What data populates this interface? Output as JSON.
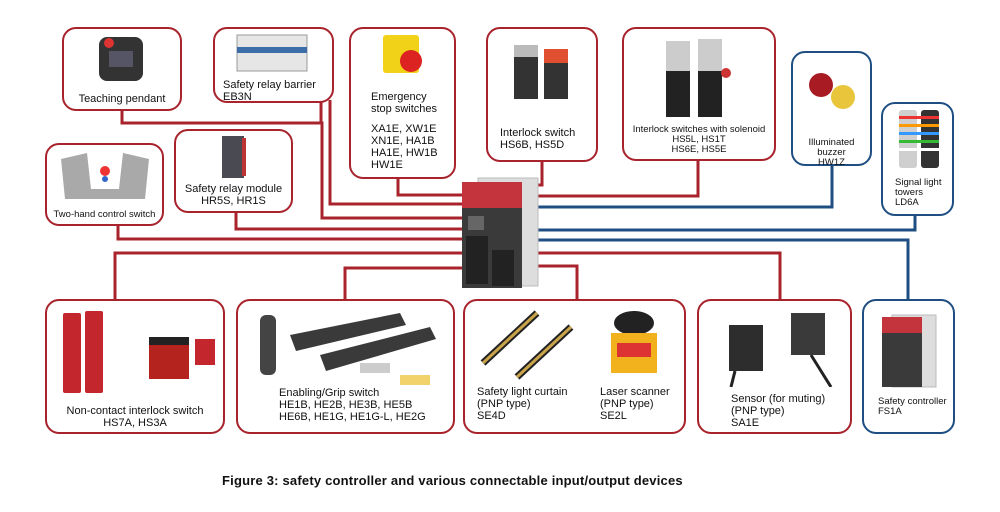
{
  "caption": "Figure 3: safety controller and various connectable input/output devices",
  "colors": {
    "input_line": "#a8232c",
    "output_line": "#1f4f82"
  },
  "center_device": {
    "name": "Safety controller (central)",
    "icon": "safety-controller-icon"
  },
  "devices": {
    "teaching_pendant": {
      "label": "Teaching pendant",
      "line": "input",
      "icon": "teaching-pendant-icon"
    },
    "safety_relay_barrier": {
      "label": "Safety relay barrier\nEB3N",
      "line": "input",
      "icon": "relay-barrier-icon"
    },
    "emergency_stop": {
      "label": "Emergency\nstop switches",
      "models": "XA1E, XW1E\nXN1E, HA1B\nHA1E, HW1B\nHW1E",
      "line": "input",
      "icon": "emergency-stop-icon"
    },
    "interlock_switch": {
      "label": "Interlock switch\nHS6B, HS5D",
      "line": "input",
      "icon": "interlock-switch-icon"
    },
    "interlock_solenoid": {
      "label": "Interlock switches with solenoid\nHS5L, HS1T\nHS6E, HS5E",
      "line": "input",
      "icon": "solenoid-interlock-icon"
    },
    "illuminated_buzzer": {
      "label": "Illuminated buzzer\nHW1Z",
      "line": "output",
      "icon": "buzzer-icon"
    },
    "signal_tower": {
      "label": "Signal light\ntowers\n   LD6A",
      "line": "output",
      "icon": "signal-tower-icon"
    },
    "two_hand": {
      "label": "Two-hand control switch",
      "line": "input",
      "icon": "two-hand-switch-icon"
    },
    "safety_relay_module": {
      "label": "Safety relay module\n HR5S,  HR1S",
      "line": "input",
      "icon": "relay-module-icon"
    },
    "non_contact": {
      "label": "Non-contact interlock switch\nHS7A, HS3A",
      "line": "input",
      "icon": "non-contact-switch-icon"
    },
    "enabling_grip": {
      "label": "Enabling/Grip switch\nHE1B, HE2B, HE3B, HE5B\nHE6B, HE1G, HE1G-L, HE2G",
      "line": "input",
      "icon": "enabling-switch-icon"
    },
    "light_curtain": {
      "label": "Safety light curtain\n(PNP type)\nSE4D",
      "line": "input",
      "icon": "light-curtain-icon"
    },
    "laser_scanner": {
      "label": "Laser scanner\n(PNP type)\nSE2L",
      "line": "input",
      "icon": "laser-scanner-icon"
    },
    "muting_sensor": {
      "label": "Sensor (for muting)\n(PNP type)\nSA1E",
      "line": "input",
      "icon": "muting-sensor-icon"
    },
    "safety_controller": {
      "label": "Safety controller\nFS1A",
      "line": "output",
      "icon": "safety-controller-icon"
    }
  }
}
